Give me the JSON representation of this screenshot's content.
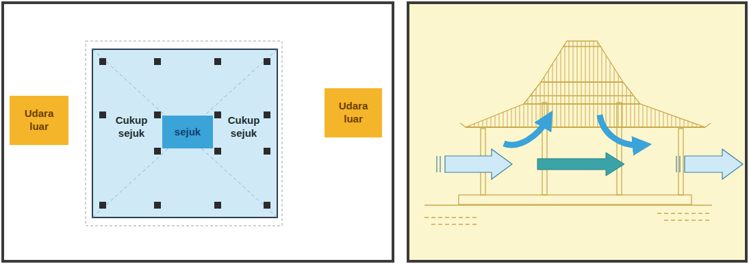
{
  "diagram": {
    "nodes": [
      {
        "text": [
          "Udara luar"
        ]
      },
      {
        "text": [
          "sejuk"
        ]
      },
      {
        "text": [
          "Udara luar"
        ]
      }
    ],
    "labels": [
      "Cukup sejuk",
      "Cukup sejuk"
    ]
  }
}
